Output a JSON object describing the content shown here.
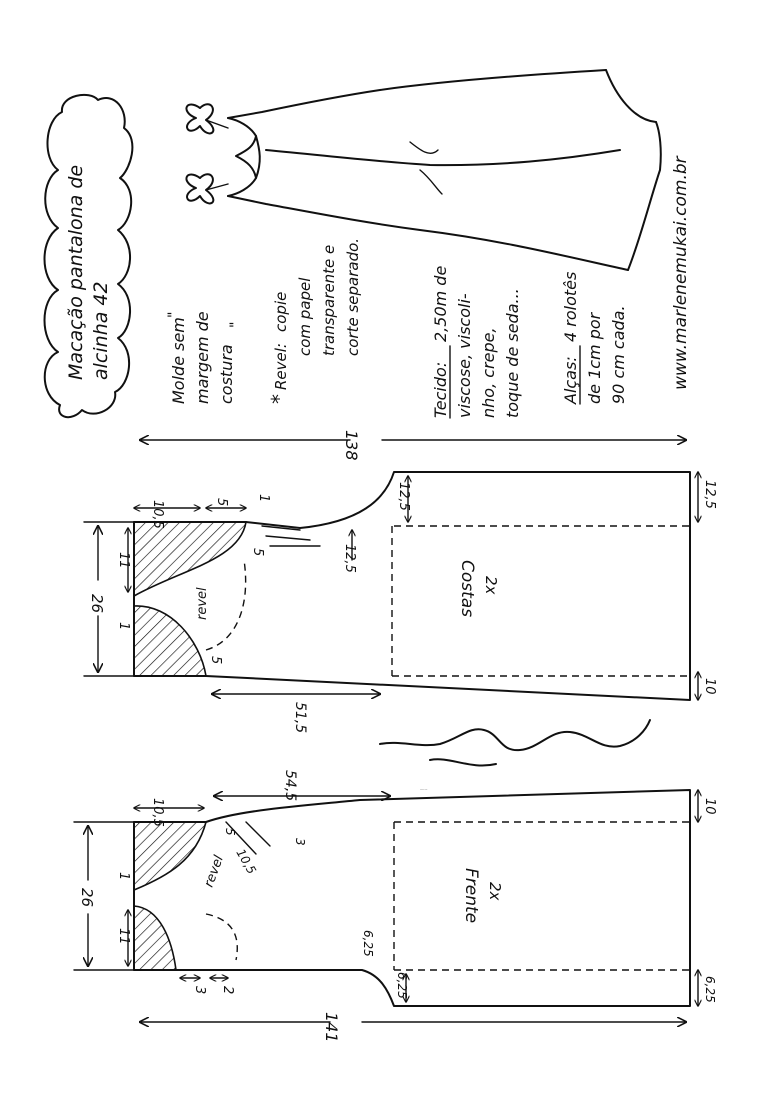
{
  "title": {
    "line1": "Macação pantalona de",
    "line2": "alcinha 42"
  },
  "notes": {
    "molde_q1": "\"",
    "molde_line1": "Molde sem",
    "molde_line2": "margem de",
    "molde_line3": "costura",
    "molde_q2": "\"",
    "revel_star": "*",
    "revel_label": "Revel:",
    "revel_line1": "copie",
    "revel_line2": "com papel",
    "revel_line3": "transparente e",
    "revel_line4": "corte separado.",
    "tecido_label": "Tecido:",
    "tecido_line1": "2,50m de",
    "tecido_line2": "viscose, viscoli-",
    "tecido_line3": "nho, crepe,",
    "tecido_line4": "toque de seda...",
    "alcas_label": "Alças:",
    "alcas_line1": "4 rolotês",
    "alcas_line2": "de 1cm por",
    "alcas_line3": "90 cm cada.",
    "website": "www.marlenemukai.com.br"
  },
  "costas": {
    "name": "Costas",
    "qty": "2x",
    "total_length": "138",
    "width": "26",
    "m_11": "11",
    "m_1a": "1",
    "m_10_5": "10,5",
    "m_5a": "5",
    "m_1b": "1",
    "m_5b": "5",
    "m_5c": "5",
    "revel": "revel",
    "m_12_5_crotch": "12,5",
    "m_12_5_hem": "12,5",
    "m_12_5_right": "12,5",
    "m_51_5": "51,5",
    "m_10": "10"
  },
  "frente": {
    "name": "Frente",
    "qty": "2x",
    "total_length": "141",
    "width": "26",
    "m_11": "11",
    "m_1": "1",
    "m_10_5_top": "10,5",
    "m_54_5": "54,5",
    "m_5": "5",
    "m_10_5_strap": "10,5",
    "m_3_strap": "3",
    "revel": "revel",
    "m_3": "3",
    "m_2": "2",
    "m_6_25_crotch": "6,25",
    "m_6_25_hem": "6,25",
    "m_6_25_right": "6,25",
    "m_10": "10"
  },
  "signature": "Marlene Mukai"
}
